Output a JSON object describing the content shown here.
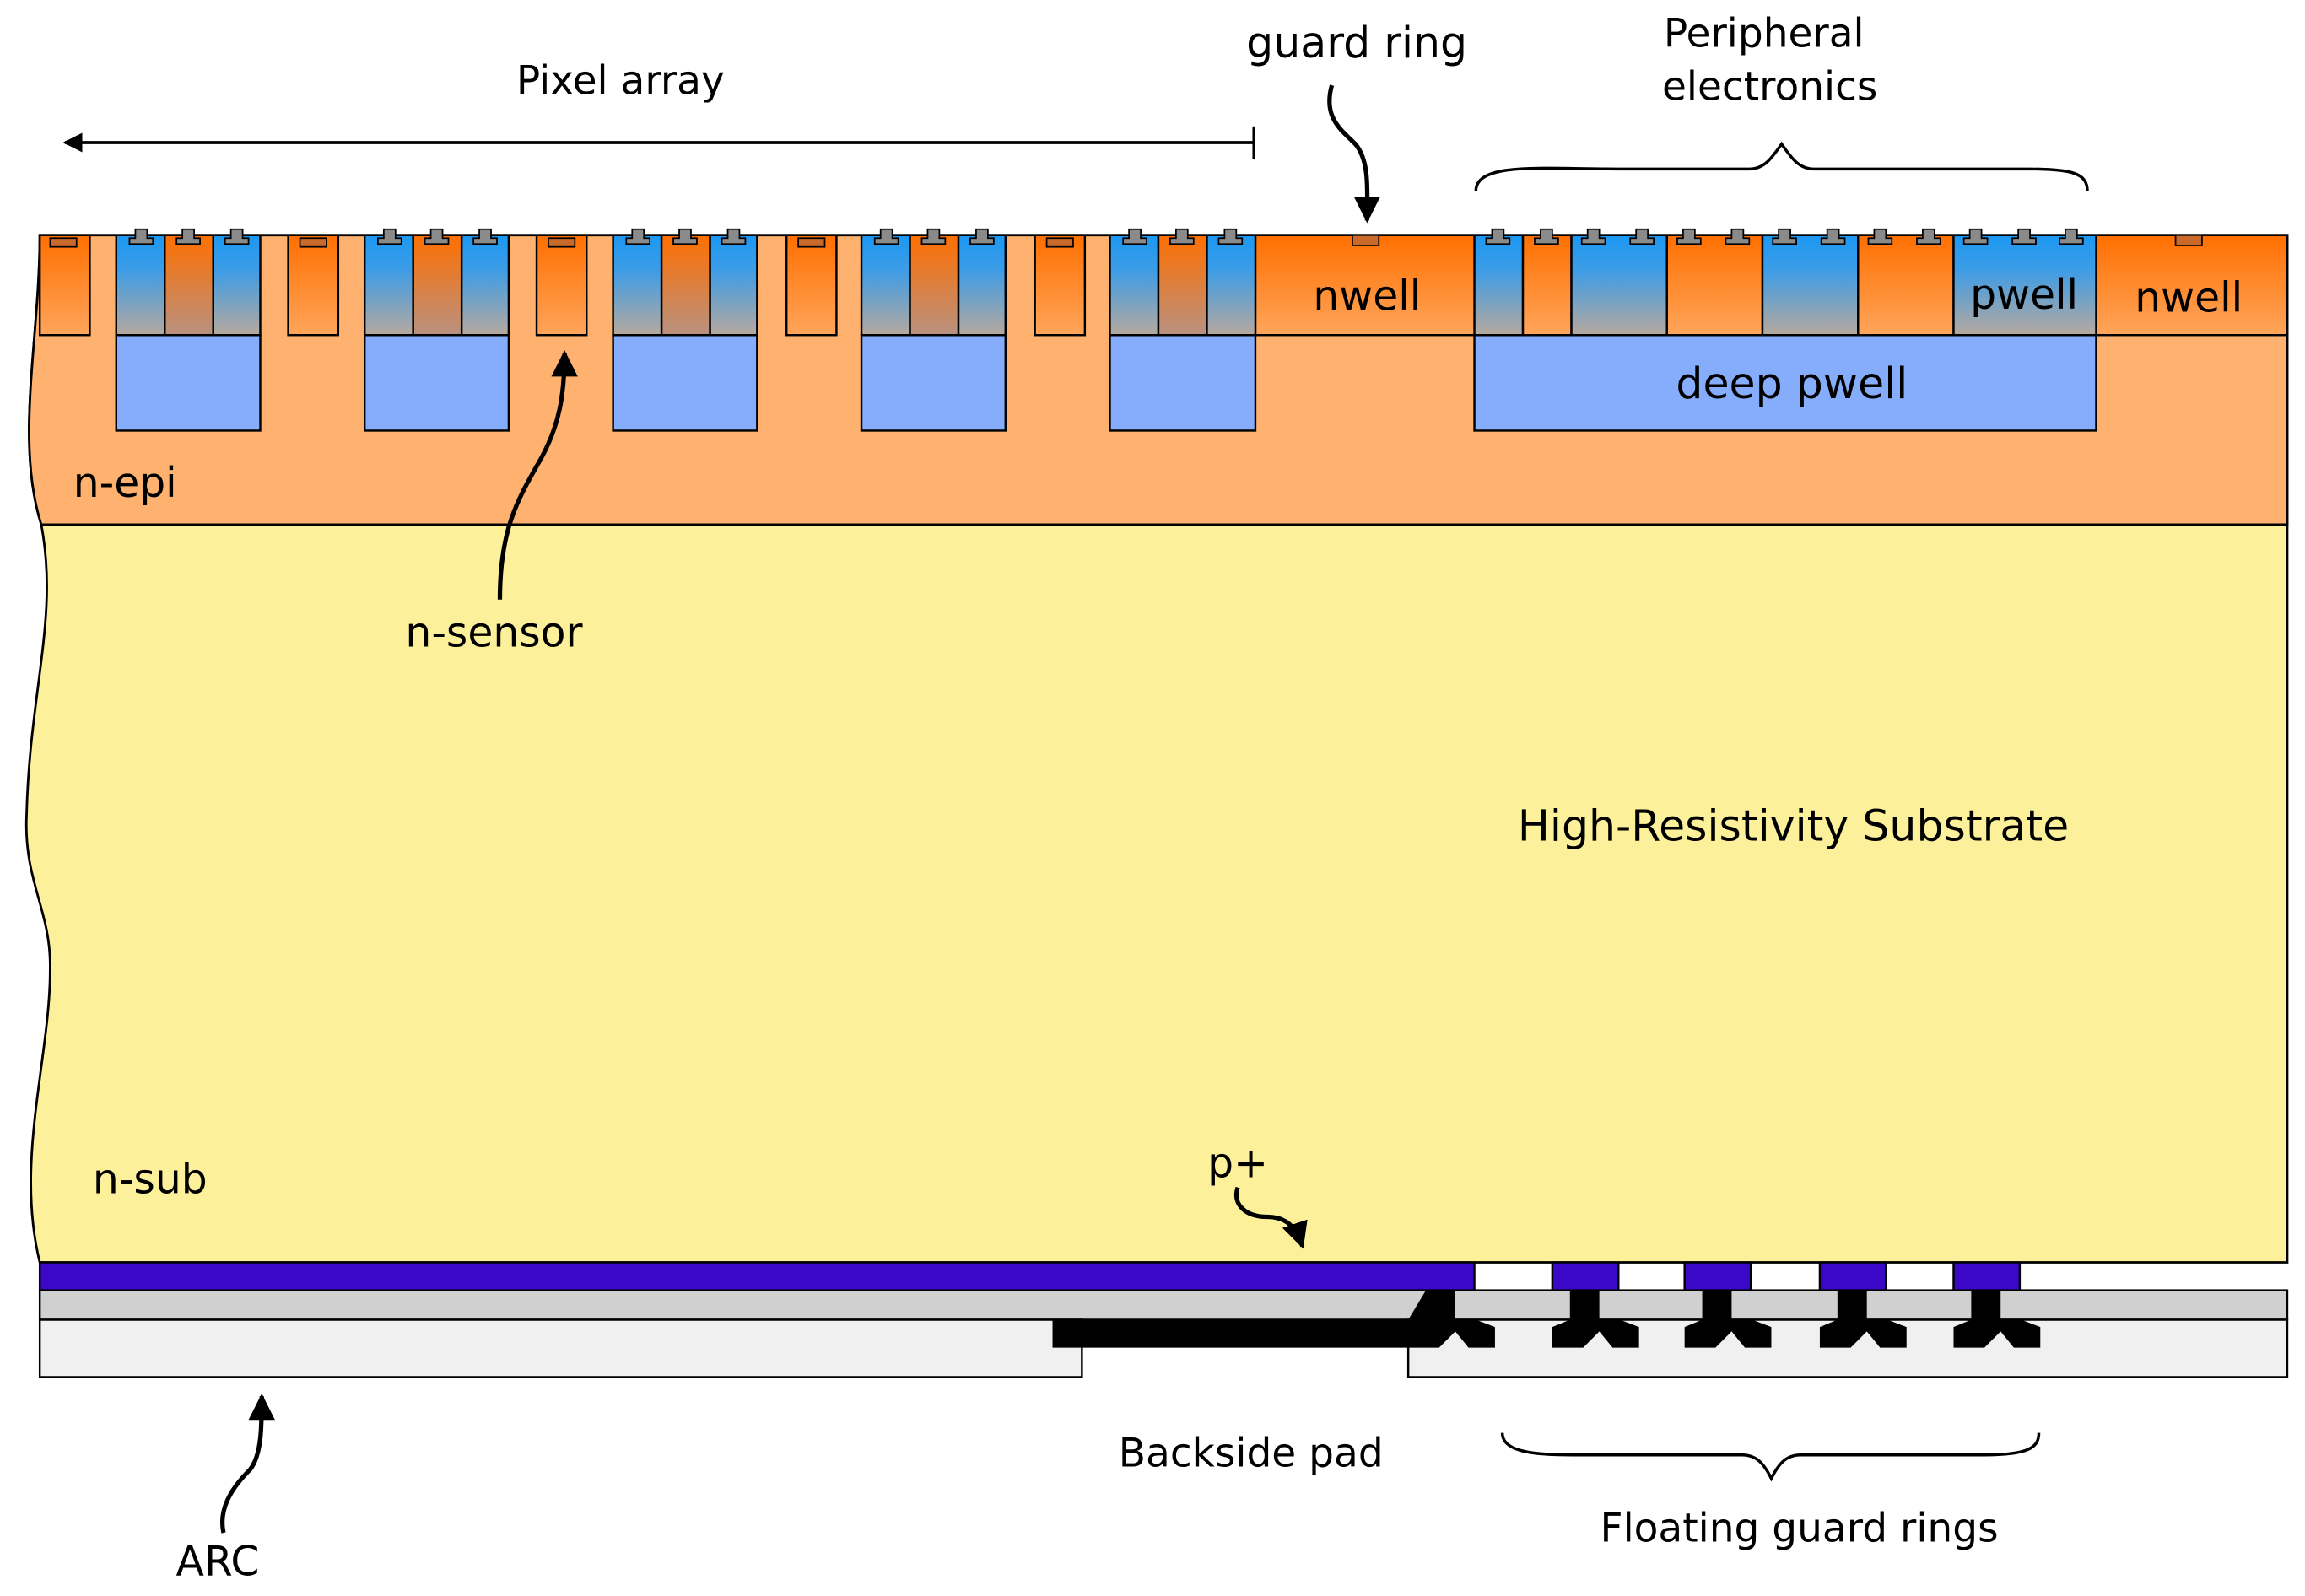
{
  "colors": {
    "background": "#ffffff",
    "substrate": "#fdf09b",
    "epi": "#ffb26f",
    "nwell": "#ff7a0a",
    "pwell_blue": "#1b98f3",
    "deep_pwell": "#86adfb",
    "p_plus": "#3b08c8",
    "backside_layer_1": "#d0d0d0",
    "backside_layer_2": "#f0f0f0",
    "metal": "#000000"
  },
  "labels": {
    "pixel_array": "Pixel array",
    "guard_ring": "guard ring",
    "peripheral_line1": "Peripheral",
    "peripheral_line2": "electronics",
    "nwell_left": "nwell",
    "pwell": "pwell",
    "nwell_right": "nwell",
    "deep_pwell": "deep pwell",
    "n_epi": "n-epi",
    "n_sensor": "n-sensor",
    "substrate": "High-Resistivity Substrate",
    "n_sub": "n-sub",
    "p_plus": "p+",
    "backside_pad": "Backside pad",
    "arc": "ARC",
    "floating_guard_rings": "Floating guard rings"
  }
}
